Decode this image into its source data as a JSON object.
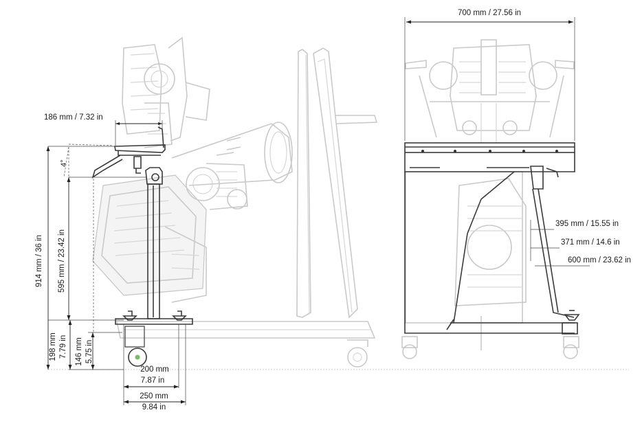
{
  "dimensions": {
    "table_width": "700 mm / 27.56 in",
    "table_depth": "186 mm / 7.32 in",
    "tilt_angle": "4°",
    "total_height": "914 mm / 36 in",
    "column_height": "595 mm / 23.42 in",
    "base_height_1_mm": "198 mm",
    "base_height_1_in": "7.79 in",
    "base_height_2_mm": "146 mm",
    "base_height_2_in": "5.75 in",
    "base_inner_mm": "200 mm",
    "base_inner_in": "7.87 in",
    "base_outer_mm": "250 mm",
    "base_outer_in": "9.84 in",
    "strut_1": "395 mm / 15.55 in",
    "strut_2": "371 mm / 14.6 in",
    "strut_3": "600 mm / 23.62 in"
  }
}
